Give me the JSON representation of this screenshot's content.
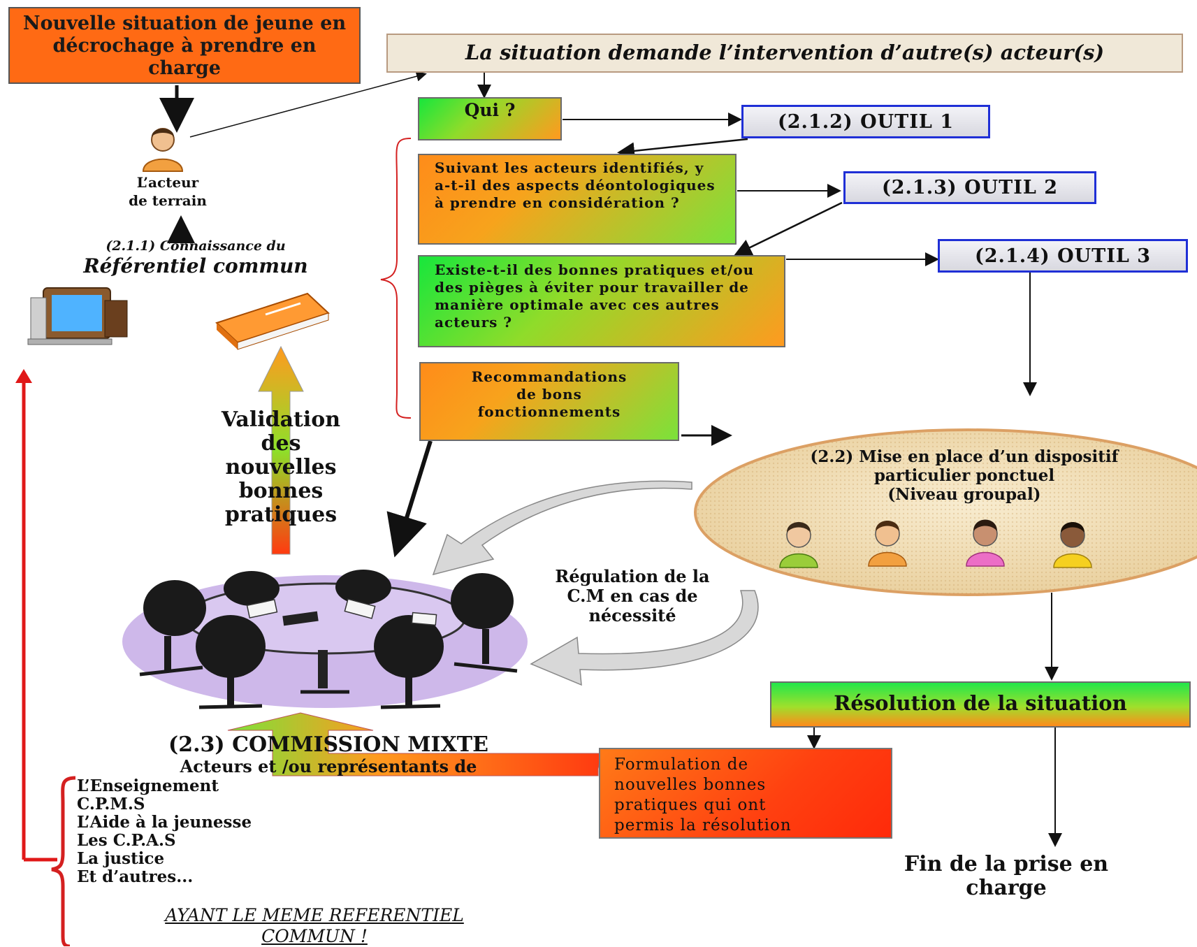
{
  "start_box": "Nouvelle situation de jeune en décrochage à prendre en charge",
  "situation_box": "La situation demande l’intervention d’autre(s) acteur(s)",
  "actor_label": [
    "L’acteur",
    "de  terrain"
  ],
  "knowledge": {
    "small": "(2.1.1) Connaissance du",
    "big": "Référentiel commun"
  },
  "qui": "Qui ?",
  "outil1": "(2.1.2) OUTIL 1",
  "outil2": "(2.1.3) OUTIL 2",
  "outil3": "(2.1.4) OUTIL 3",
  "q2": "Suivant les acteurs identifiés, y a-t-il des aspects déontologiques à prendre en considération ?",
  "q3": "Existe-t-il des bonnes pratiques et/ou des pièges à éviter pour travailler de manière optimale avec ces autres acteurs ?",
  "recommend": [
    "Recommandations",
    "de bons",
    "fonctionnements"
  ],
  "validation": [
    "Validation",
    "des",
    "nouvelles",
    "bonnes",
    "pratiques"
  ],
  "dispositif": [
    "(2.2) Mise en place d’un dispositif",
    "particulier ponctuel",
    "(Niveau groupal)"
  ],
  "regulation": [
    "Régulation de la",
    "C.M en cas de",
    "nécessité"
  ],
  "resolution": "Résolution de la situation",
  "formulation": [
    "Formulation de",
    "nouvelles bonnes",
    "pratiques qui ont",
    "permis la résolution"
  ],
  "fin": [
    "Fin de la prise en",
    "charge"
  ],
  "commission_title": "(2.3) COMMISSION MIXTE",
  "commission_sub": "Acteurs et /ou représentants de",
  "members": [
    "L’Enseignement",
    "C.P.M.S",
    "L’Aide à la jeunesse",
    "Les C.P.A.S",
    "La justice",
    "Et d’autres..."
  ],
  "referentiel": [
    "AYANT LE MEME  REFERENTIEL",
    "COMMUN !"
  ],
  "colors": {
    "arrow_red": "#e01818",
    "outil_border": "#1f2fd6",
    "bracket_red": "#d42020",
    "disc_fill": "#f2dfb6",
    "disc_border": "#e0a05a"
  },
  "icons": [
    "person-icon",
    "computer-icon",
    "book-icon",
    "meeting-table-icon",
    "cycle-arrows-icon",
    "group-person-icon"
  ]
}
